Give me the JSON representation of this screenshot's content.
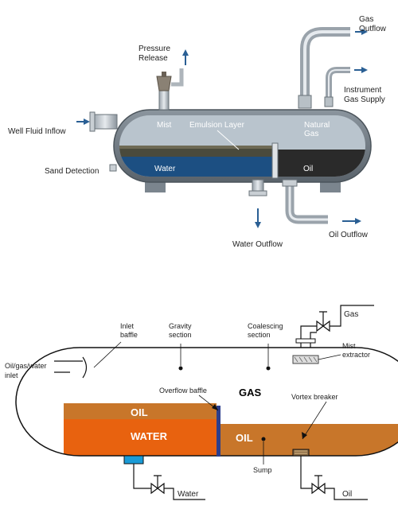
{
  "diagram_top": {
    "gas_outflow": [
      "Gas",
      "Outflow"
    ],
    "pressure_release": [
      "Pressure",
      "Release"
    ],
    "instrument_gas_supply": [
      "Instrument",
      "Gas Supply"
    ],
    "well_fluid_inflow": "Well Fluid Inflow",
    "mist": "Mist",
    "emulsion_layer": "Emulsion Layer",
    "natural_gas": [
      "Natural",
      "Gas"
    ],
    "sand_detection": "Sand Detection",
    "water": "Water",
    "oil": "Oil",
    "water_outflow": "Water Outflow",
    "oil_outflow": "Oil Outflow",
    "colors": {
      "vessel": "#6f7a84",
      "water": "#1c4f82",
      "oil": "#2a2a2a",
      "arrow": "#2a5f94"
    }
  },
  "diagram_bottom": {
    "gas": "Gas",
    "inlet_baffle": [
      "Inlet",
      "baffle"
    ],
    "gravity_section": [
      "Gravity",
      "section"
    ],
    "coalescing_section": [
      "Coalescing",
      "section"
    ],
    "mist_extractor": [
      "Mist",
      "extractor"
    ],
    "inlet": [
      "Oil/gas/water",
      "inlet"
    ],
    "overflow_baffle": "Overflow baffle",
    "gas_zone": "GAS",
    "vortex_breaker": "Vortex breaker",
    "oil_layer": "OIL",
    "water_layer": "WATER",
    "oil_chamber": "OIL",
    "sump": "Sump",
    "water_outlet": "Water",
    "oil_outlet": "Oil",
    "colors": {
      "oil": "#c8762a",
      "water": "#e8620f",
      "baffle": "#2c3e8c",
      "outlet": "#1a9bd7"
    }
  }
}
